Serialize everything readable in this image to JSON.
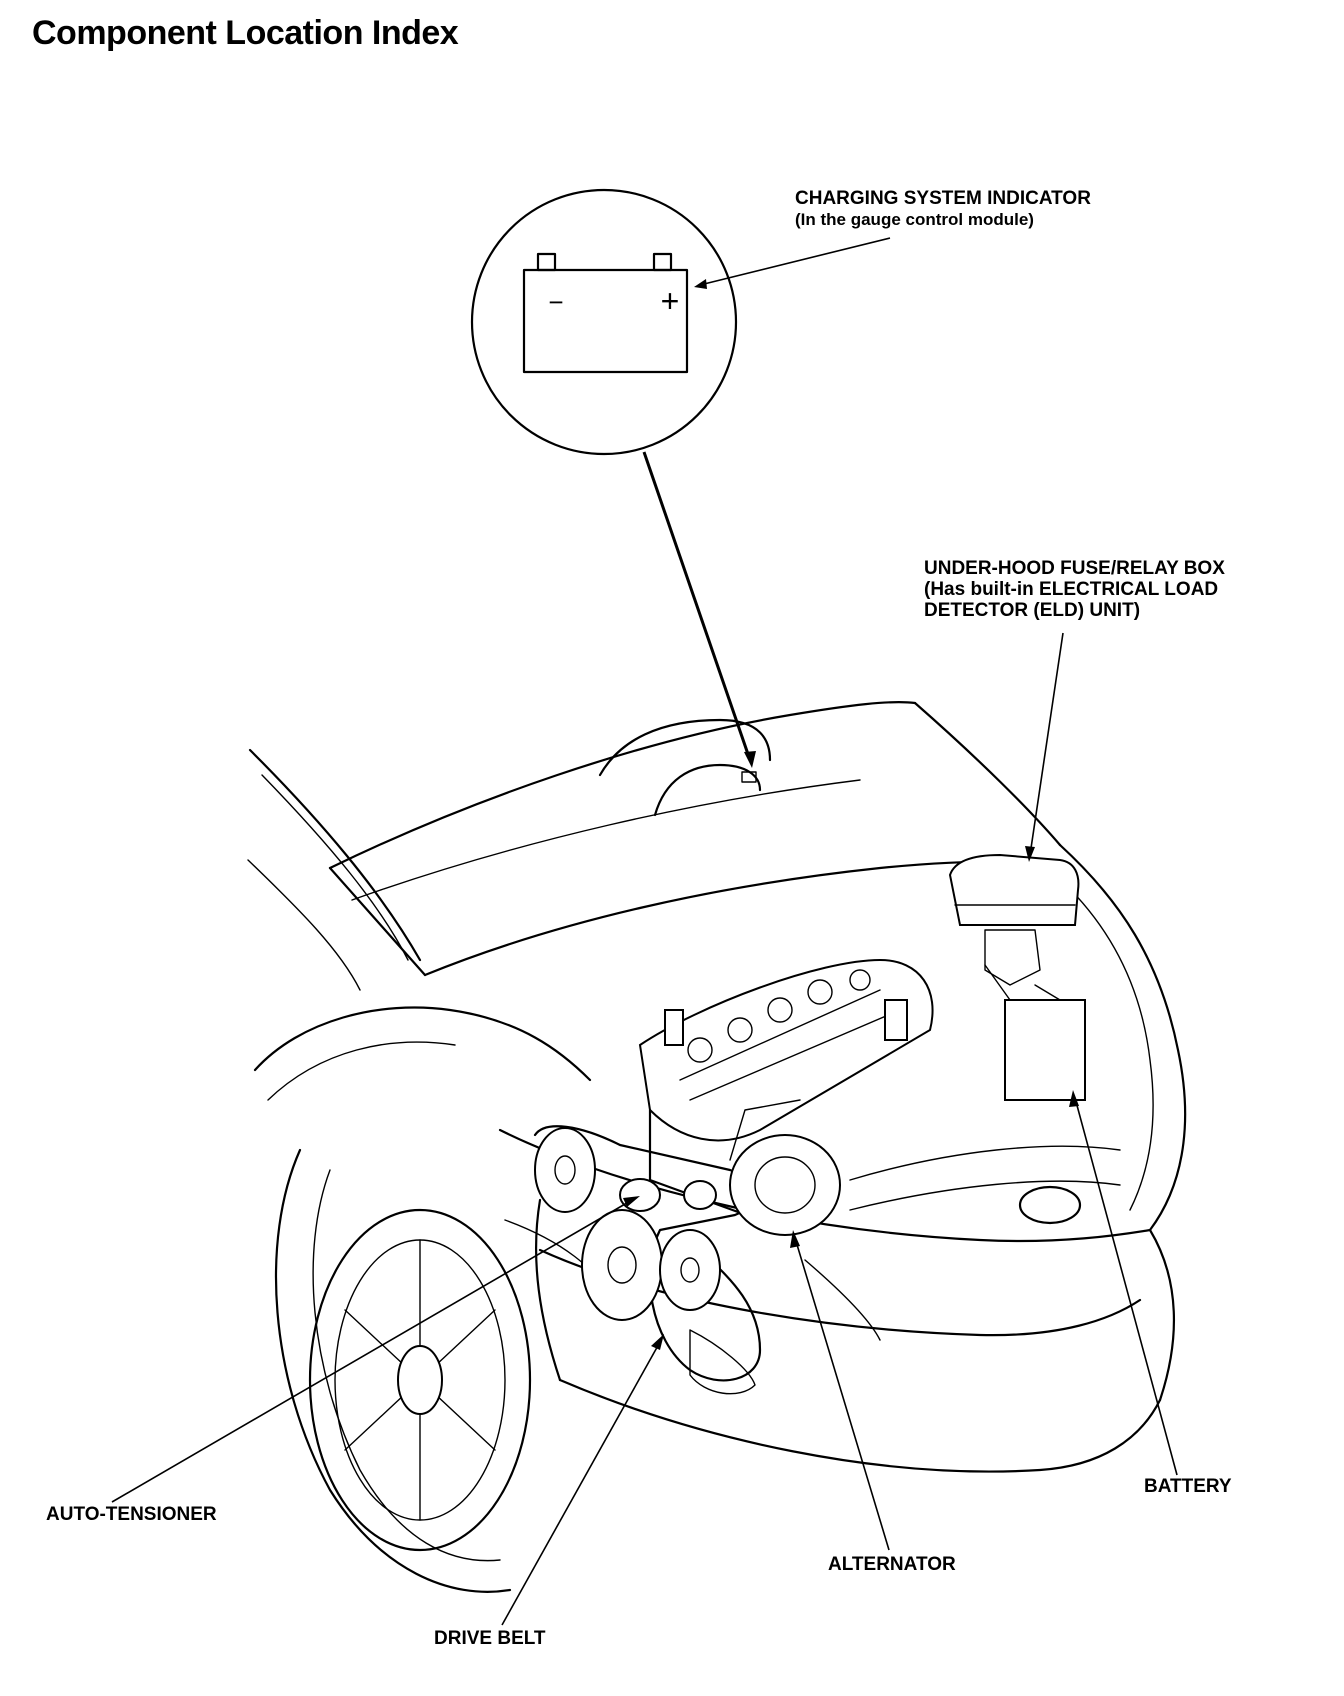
{
  "title": "Component Location Index",
  "callouts": {
    "charging_indicator": {
      "line1": "CHARGING SYSTEM INDICATOR",
      "line2": "(In the gauge control module)"
    },
    "fuse_relay_box": {
      "line1": "UNDER-HOOD FUSE/RELAY BOX",
      "line2": "(Has built-in ELECTRICAL LOAD",
      "line3": "DETECTOR (ELD) UNIT)"
    },
    "battery": "BATTERY",
    "auto_tensioner": "AUTO-TENSIONER",
    "alternator": "ALTERNATOR",
    "drive_belt": "DRIVE BELT"
  },
  "battery_icon": {
    "minus": "−",
    "plus": "+"
  }
}
